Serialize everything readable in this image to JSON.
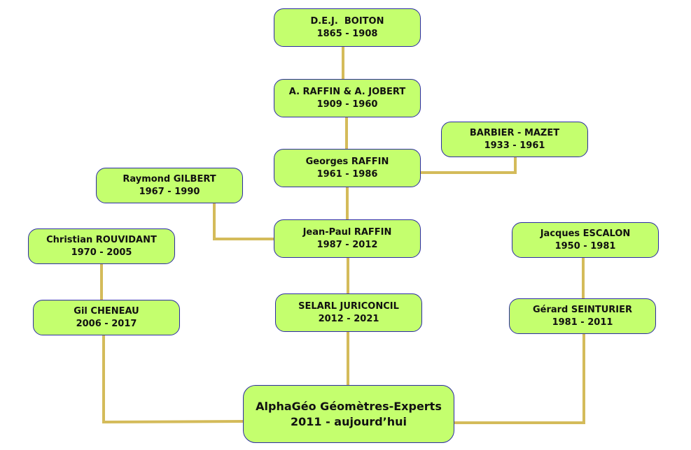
{
  "colors": {
    "fill": "#c4ff6e",
    "border": "#2b2ba3",
    "connector": "#d4bb5a"
  },
  "nodes": [
    {
      "name": "D.E.J.  BOITON",
      "years": "1865 - 1908"
    },
    {
      "name": "A. RAFFIN & A. JOBERT",
      "years": "1909 - 1960"
    },
    {
      "name": "Georges RAFFIN",
      "years": "1961 - 1986"
    },
    {
      "name": "BARBIER - MAZET",
      "years": "1933 - 1961"
    },
    {
      "name": "Raymond GILBERT",
      "years": "1967 - 1990"
    },
    {
      "name": "Christian ROUVIDANT",
      "years": "1970 - 2005"
    },
    {
      "name": "Jean-Paul RAFFIN",
      "years": "1987 - 2012"
    },
    {
      "name": "Jacques ESCALON",
      "years": "1950 - 1981"
    },
    {
      "name": "Gil CHENEAU",
      "years": "2006 - 2017"
    },
    {
      "name": "SELARL JURICONCIL",
      "years": "2012 - 2021"
    },
    {
      "name": "Gérard SEINTURIER",
      "years": "1981 - 2011"
    },
    {
      "name": "AlphaGéo Géomètres-Experts",
      "years": "2011 - aujourd’hui"
    }
  ]
}
